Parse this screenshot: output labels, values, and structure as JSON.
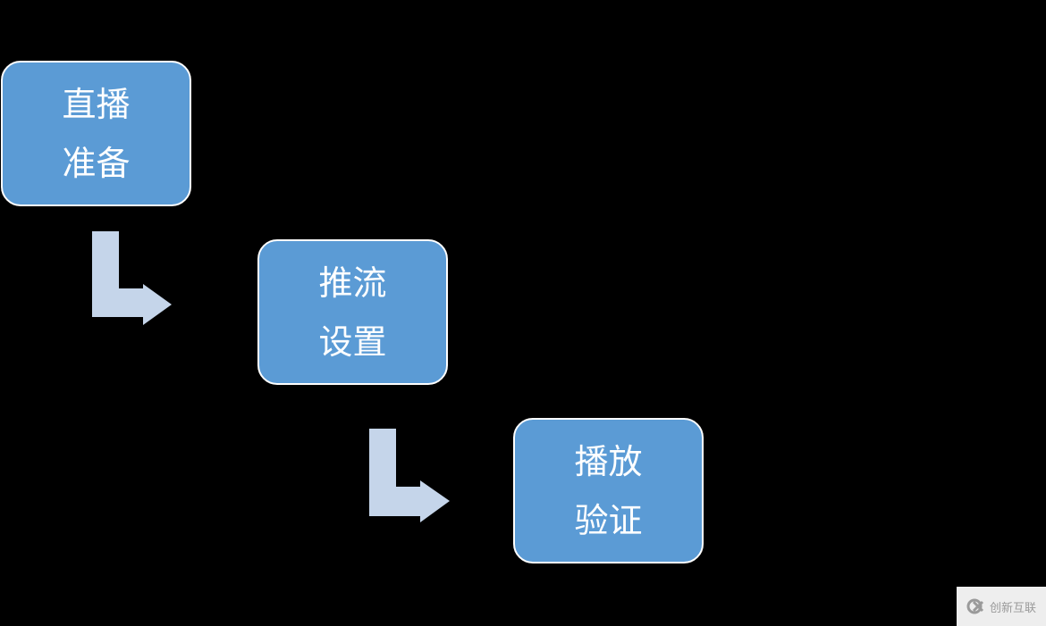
{
  "steps": [
    {
      "line1": "直播",
      "line2": "准备"
    },
    {
      "line1": "推流",
      "line2": "设置"
    },
    {
      "line1": "播放",
      "line2": "验证"
    }
  ],
  "colors": {
    "box": "#5b9bd5",
    "arrow": "#c5d5ea",
    "background": "#000000"
  },
  "watermark": {
    "text": "创新互联",
    "icon": "logo-icon"
  }
}
